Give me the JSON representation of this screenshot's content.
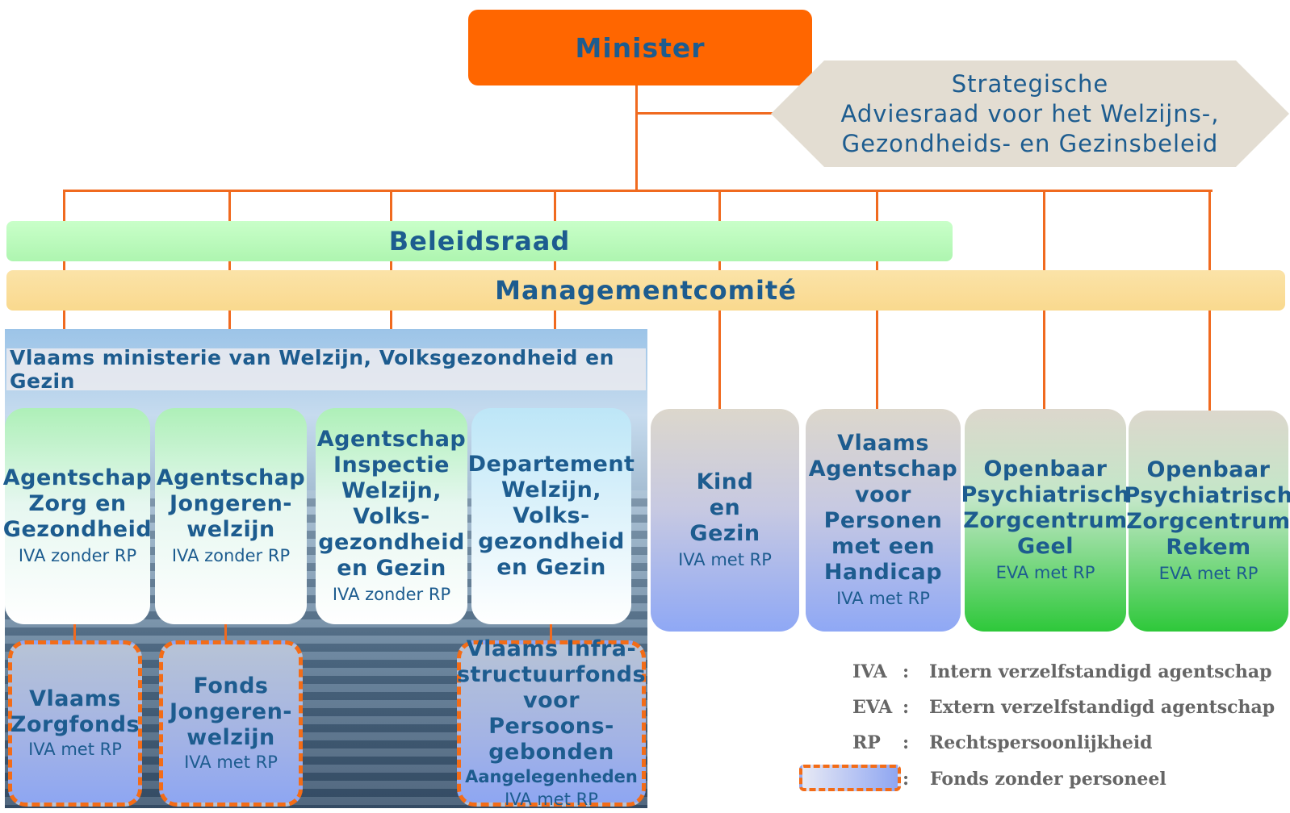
{
  "minister": "Minister",
  "advisory": {
    "line1": "Strategische",
    "line2": "Adviesraad voor het Welzijns-,",
    "line3": "Gezondheids- en Gezinsbeleid"
  },
  "beleidsraad": "Beleidsraad",
  "managementcomite": "Managementcomité",
  "ministerie": "Vlaams ministerie van Welzijn, Volksgezondheid en Gezin",
  "entities": [
    {
      "name": "Agentschap\nZorg en\nGezondheid",
      "status": "IVA zonder RP"
    },
    {
      "name": "Agentschap\nJongeren-\nwelzijn",
      "status": "IVA zonder RP"
    },
    {
      "name": "Agentschap\nInspectie\nWelzijn,\nVolks-\ngezondheid\nen Gezin",
      "status": "IVA zonder RP"
    },
    {
      "name": "Departement\nWelzijn,\nVolks-\ngezondheid\nen Gezin",
      "status": ""
    },
    {
      "name": "Kind\nen\nGezin",
      "status": "IVA met RP"
    },
    {
      "name": "Vlaams\nAgentschap\nvoor\nPersonen\nmet een\nHandicap",
      "status": "IVA met RP"
    },
    {
      "name": "Openbaar\nPsychiatrisch\nZorgcentrum\nGeel",
      "status": "EVA met RP"
    },
    {
      "name": "Openbaar\nPsychiatrisch\nZorgcentrum\nRekem",
      "status": "EVA met RP"
    }
  ],
  "funds": [
    {
      "name": "Vlaams\nZorgfonds",
      "status": "IVA met RP"
    },
    {
      "name": "Fonds\nJongeren-\nwelzijn",
      "status": "IVA met RP"
    },
    {
      "name": "Vlaams Infra-\nstructuurfonds\nvoor Persoons-\ngebonden",
      "extra": "Aangelegenheden",
      "status": "IVA met RP"
    }
  ],
  "legend": [
    {
      "key": "IVA",
      "sep": ":",
      "value": "Intern verzelfstandigd agentschap"
    },
    {
      "key": "EVA",
      "sep": ":",
      "value": "Extern verzelfstandigd agentschap"
    },
    {
      "key": "RP",
      "sep": ":",
      "value": "Rechtspersoonlijkheid"
    },
    {
      "key": "",
      "sep": ":",
      "value": "Fonds zonder personeel"
    }
  ],
  "colors": {
    "minister_bg": "#ff6600",
    "connector": "#f06a1f",
    "text": "#1d5c8f",
    "beleidsraad_bg": "#b8f7b9",
    "management_bg": "#fadb95",
    "fund_border": "#f36c17"
  }
}
